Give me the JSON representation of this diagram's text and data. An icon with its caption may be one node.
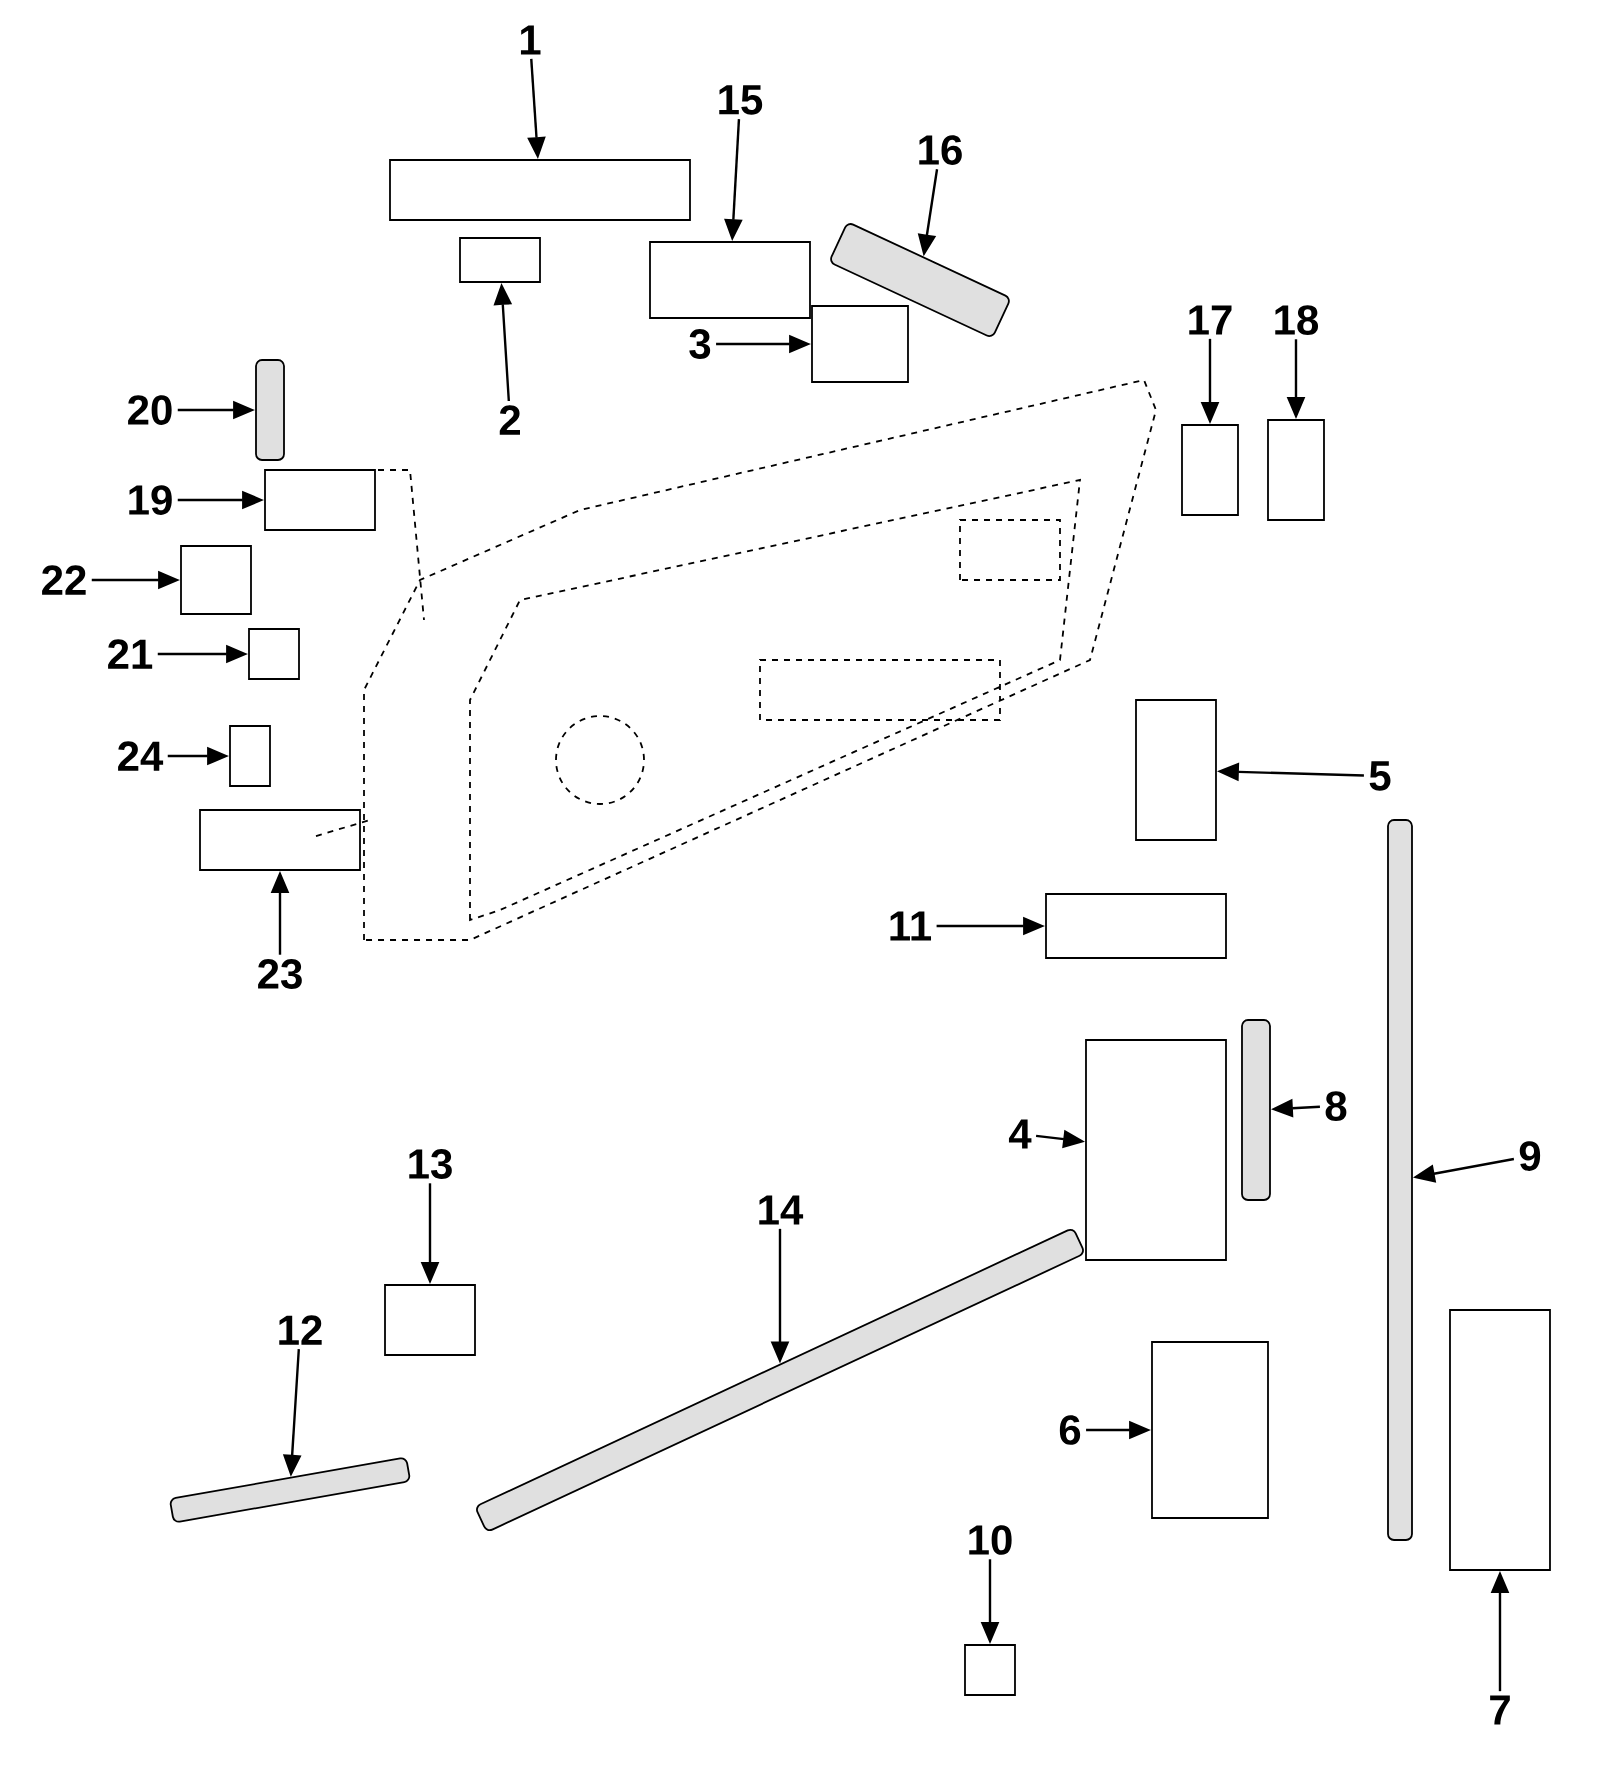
{
  "diagram": {
    "nodes": [
      {
        "text": [
          "1"
        ]
      },
      {
        "text": [],
        "shape": "box"
      },
      {
        "text": [
          "15"
        ]
      },
      {
        "text": [],
        "shape": "box"
      },
      {
        "text": [
          "16"
        ]
      },
      {
        "text": [],
        "shape": "bar"
      },
      {
        "text": [
          "17"
        ]
      },
      {
        "text": [],
        "shape": "box"
      },
      {
        "text": [
          "18"
        ]
      },
      {
        "text": [],
        "shape": "box"
      },
      {
        "text": [
          "3"
        ]
      },
      {
        "text": [],
        "shape": "box"
      },
      {
        "text": [
          "20"
        ]
      },
      {
        "text": [],
        "shape": "bar"
      },
      {
        "text": [
          "2"
        ]
      },
      {
        "text": [],
        "shape": "box"
      },
      {
        "text": [
          "19"
        ]
      },
      {
        "text": [],
        "shape": "box"
      },
      {
        "text": [
          "22"
        ]
      },
      {
        "text": [],
        "shape": "box"
      },
      {
        "text": [
          "21"
        ]
      },
      {
        "text": [],
        "shape": "box"
      },
      {
        "text": [
          "24"
        ]
      },
      {
        "text": [],
        "shape": "box"
      },
      {
        "text": [
          "5"
        ]
      },
      {
        "text": [],
        "shape": "box"
      },
      {
        "text": [
          "11"
        ]
      },
      {
        "text": [],
        "shape": "box"
      },
      {
        "text": [
          "23"
        ]
      },
      {
        "text": [],
        "shape": "box"
      },
      {
        "text": [
          "8"
        ]
      },
      {
        "text": [],
        "shape": "bar"
      },
      {
        "text": [
          "4"
        ]
      },
      {
        "text": [],
        "shape": "box"
      },
      {
        "text": [
          "9"
        ]
      },
      {
        "text": [],
        "shape": "bar"
      },
      {
        "text": [
          "13"
        ]
      },
      {
        "text": [],
        "shape": "box"
      },
      {
        "text": [
          "14"
        ]
      },
      {
        "text": [],
        "shape": "bar"
      },
      {
        "text": [
          "12"
        ]
      },
      {
        "text": [],
        "shape": "bar"
      },
      {
        "text": [
          "6"
        ]
      },
      {
        "text": [],
        "shape": "box"
      },
      {
        "text": [
          "10"
        ]
      },
      {
        "text": [],
        "shape": "box"
      },
      {
        "text": [
          "7"
        ]
      },
      {
        "text": [],
        "shape": "box"
      }
    ],
    "edges": [
      {
        "from": 0,
        "to": 1,
        "arrow": "to"
      },
      {
        "from": 2,
        "to": 3,
        "arrow": "to"
      },
      {
        "from": 4,
        "to": 5,
        "arrow": "to"
      },
      {
        "from": 6,
        "to": 7,
        "arrow": "to"
      },
      {
        "from": 8,
        "to": 9,
        "arrow": "to"
      },
      {
        "from": 10,
        "to": 11,
        "arrow": "to"
      },
      {
        "from": 12,
        "to": 13,
        "arrow": "to"
      },
      {
        "from": 14,
        "to": 15,
        "arrow": "to"
      },
      {
        "from": 16,
        "to": 17,
        "arrow": "to"
      },
      {
        "from": 18,
        "to": 19,
        "arrow": "to"
      },
      {
        "from": 20,
        "to": 21,
        "arrow": "to"
      },
      {
        "from": 22,
        "to": 23,
        "arrow": "to"
      },
      {
        "from": 24,
        "to": 25,
        "arrow": "to"
      },
      {
        "from": 26,
        "to": 27,
        "arrow": "to"
      },
      {
        "from": 28,
        "to": 29,
        "arrow": "to"
      },
      {
        "from": 30,
        "to": 31,
        "arrow": "to"
      },
      {
        "from": 32,
        "to": 33,
        "arrow": "to"
      },
      {
        "from": 34,
        "to": 35,
        "arrow": "to"
      },
      {
        "from": 36,
        "to": 37,
        "arrow": "to"
      },
      {
        "from": 38,
        "to": 39,
        "arrow": "to"
      },
      {
        "from": 40,
        "to": 41,
        "arrow": "to"
      },
      {
        "from": 42,
        "to": 43,
        "arrow": "to"
      },
      {
        "from": 44,
        "to": 45,
        "arrow": "to"
      },
      {
        "from": 46,
        "to": 47,
        "arrow": "to"
      }
    ]
  }
}
